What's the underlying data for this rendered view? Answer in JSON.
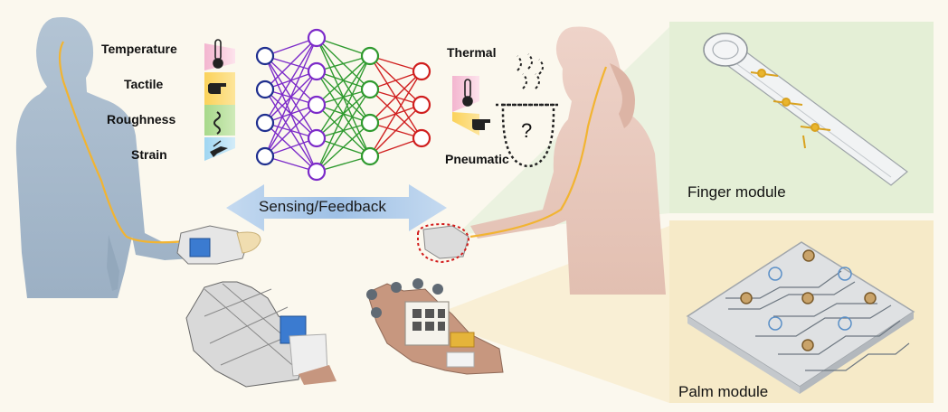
{
  "inputs": {
    "temperature": "Temperature",
    "tactile": "Tactile",
    "roughness": "Roughness",
    "strain": "Strain"
  },
  "outputs": {
    "thermal": "Thermal",
    "pneumatic": "Pneumatic",
    "unknown_symbol": "?"
  },
  "center_arrow": "Sensing/Feedback",
  "modules": {
    "finger": "Finger module",
    "palm": "Palm module"
  },
  "colors": {
    "background": "#fbf8ee",
    "finger_panel": "#e4efd6",
    "palm_panel": "#f6eac8",
    "human_left": "#a9bccd",
    "human_right": "#e9c9bd",
    "wire": "#f2b431",
    "nn_layer1": "#1f2f8f",
    "nn_layer2": "#7c2bc9",
    "nn_layer3": "#2f9a2f",
    "nn_layer4": "#d01f1f",
    "arrow": "#a9c7e8"
  },
  "icons": [
    "thermometer-icon",
    "pointing-hand-icon",
    "roughness-squiggle-icon",
    "strain-hand-icon",
    "steam-icon",
    "pot-icon"
  ]
}
